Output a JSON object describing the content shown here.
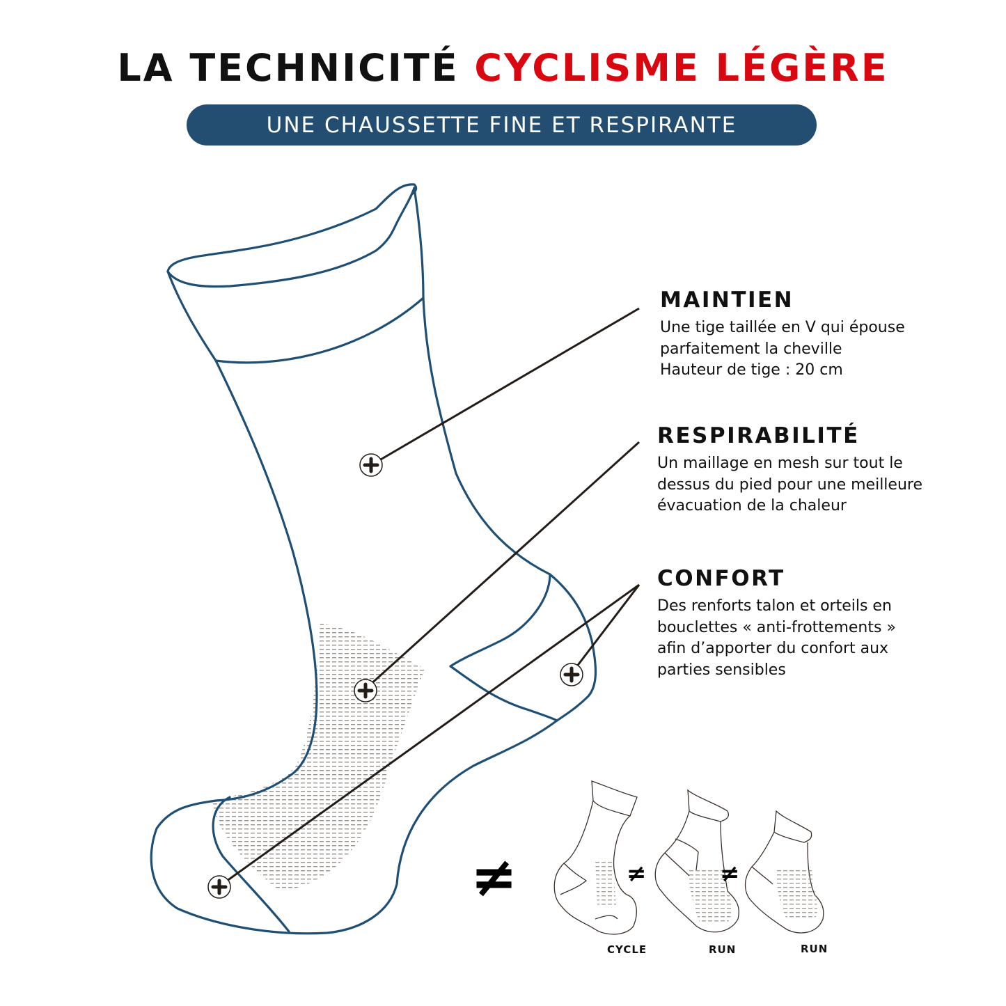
{
  "header": {
    "title_part1": "LA TECHNICITÉ",
    "title_part2": "CYCLISME LÉGÈRE",
    "subtitle": "UNE CHAUSSETTE FINE ET RESPIRANTE"
  },
  "colors": {
    "title_black": "#111111",
    "title_red": "#d9070f",
    "pill_background": "#234e72",
    "sock_outline": "#1f4f74",
    "leader_line": "#231c17"
  },
  "features": [
    {
      "title": "MAINTIEN",
      "description": "Une tige taillée en V qui épouse\nparfaitement la cheville\nHauteur de tige : 20 cm"
    },
    {
      "title": "RESPIRABILITÉ",
      "description": "Un maillage en mesh sur tout le\ndessus du pied pour une meilleure\névacuation de la chaleur"
    },
    {
      "title": "CONFORT",
      "description": "Des renforts talon et orteils en\nbouclettes « anti-frottements »\nafin d’apporter du confort aux\nparties sensibles"
    }
  ],
  "comparison": {
    "not_equal_symbol": "≠",
    "labels": [
      "CYCLE",
      "RUN",
      "RUN"
    ]
  },
  "markers": {
    "plus_icon": "+"
  }
}
